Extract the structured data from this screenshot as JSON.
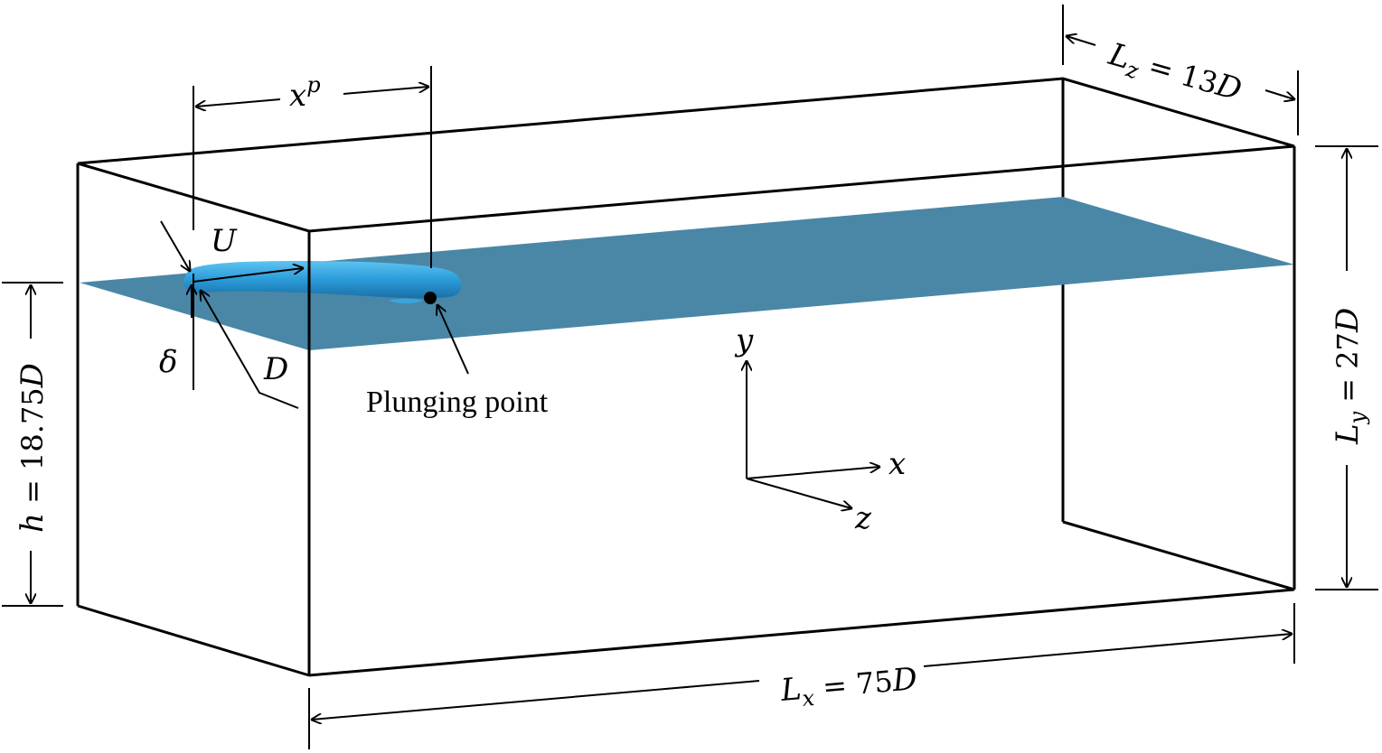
{
  "labels": {
    "lz": {
      "main": "L",
      "sub": "z",
      "rest": " = 13",
      "unit": "D"
    },
    "ly": {
      "main": "L",
      "sub": "y",
      "rest": " = 27",
      "unit": "D"
    },
    "lx": {
      "main": "L",
      "sub": "x",
      "rest": " = 75",
      "unit": "D"
    },
    "h": {
      "main": "h",
      "rest": " = 18.75",
      "unit": "D"
    },
    "xp": {
      "main": "x",
      "sup": "p"
    },
    "u": "U",
    "delta": "δ",
    "d": "D",
    "plunging": "Plunging point",
    "axis_x": "x",
    "axis_y": "y",
    "axis_z": "z"
  },
  "colors": {
    "plane": "#4a87a6",
    "jet": "#2b9bd8",
    "line": "#000000"
  }
}
